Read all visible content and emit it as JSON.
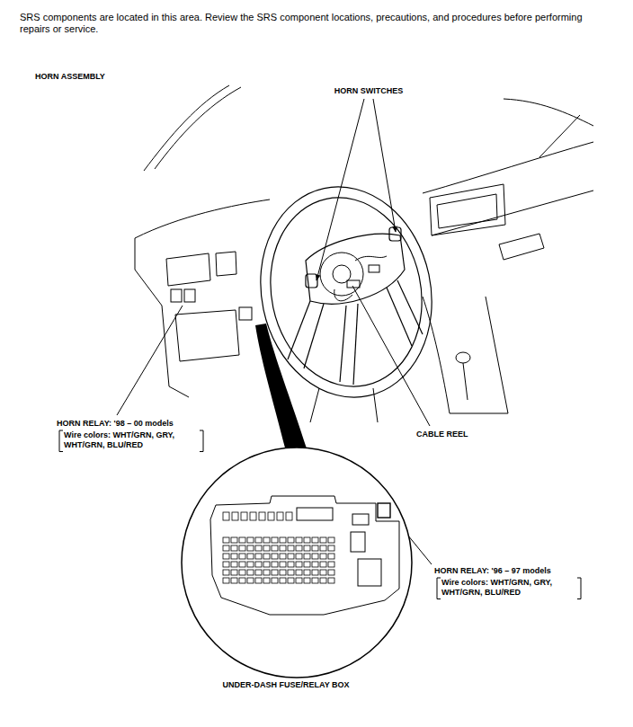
{
  "diagram": {
    "title": "HORN ASSEMBLY",
    "labels": [
      "SRS components are located in this area. Review the SRS component locations, precautions, and procedures before performing repairs or service.",
      "HORN SWITCHES",
      "HORN RELAY: '98 – 00 models",
      "Wire colors: WHT/GRN, GRY, WHT/GRN, BLU/RED",
      "CABLE REEL",
      "HORN RELAY: '96 – 97 models",
      "Wire colors: WHT/GRN, GRY, WHT/GRN, BLU/RED",
      "UNDER-DASH FUSE/RELAY BOX"
    ]
  }
}
